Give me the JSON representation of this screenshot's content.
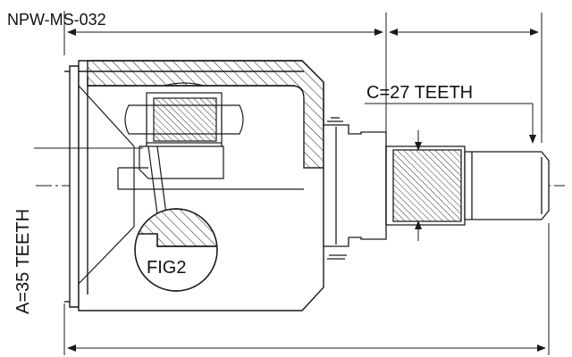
{
  "part_number": "NPW-MS-032",
  "labels": {
    "a_teeth": "A=35 TEETH",
    "c_teeth": "C=27 TEETH",
    "fig": "FIG2"
  },
  "colors": {
    "line": "#1a1a1a",
    "background": "#ffffff"
  }
}
